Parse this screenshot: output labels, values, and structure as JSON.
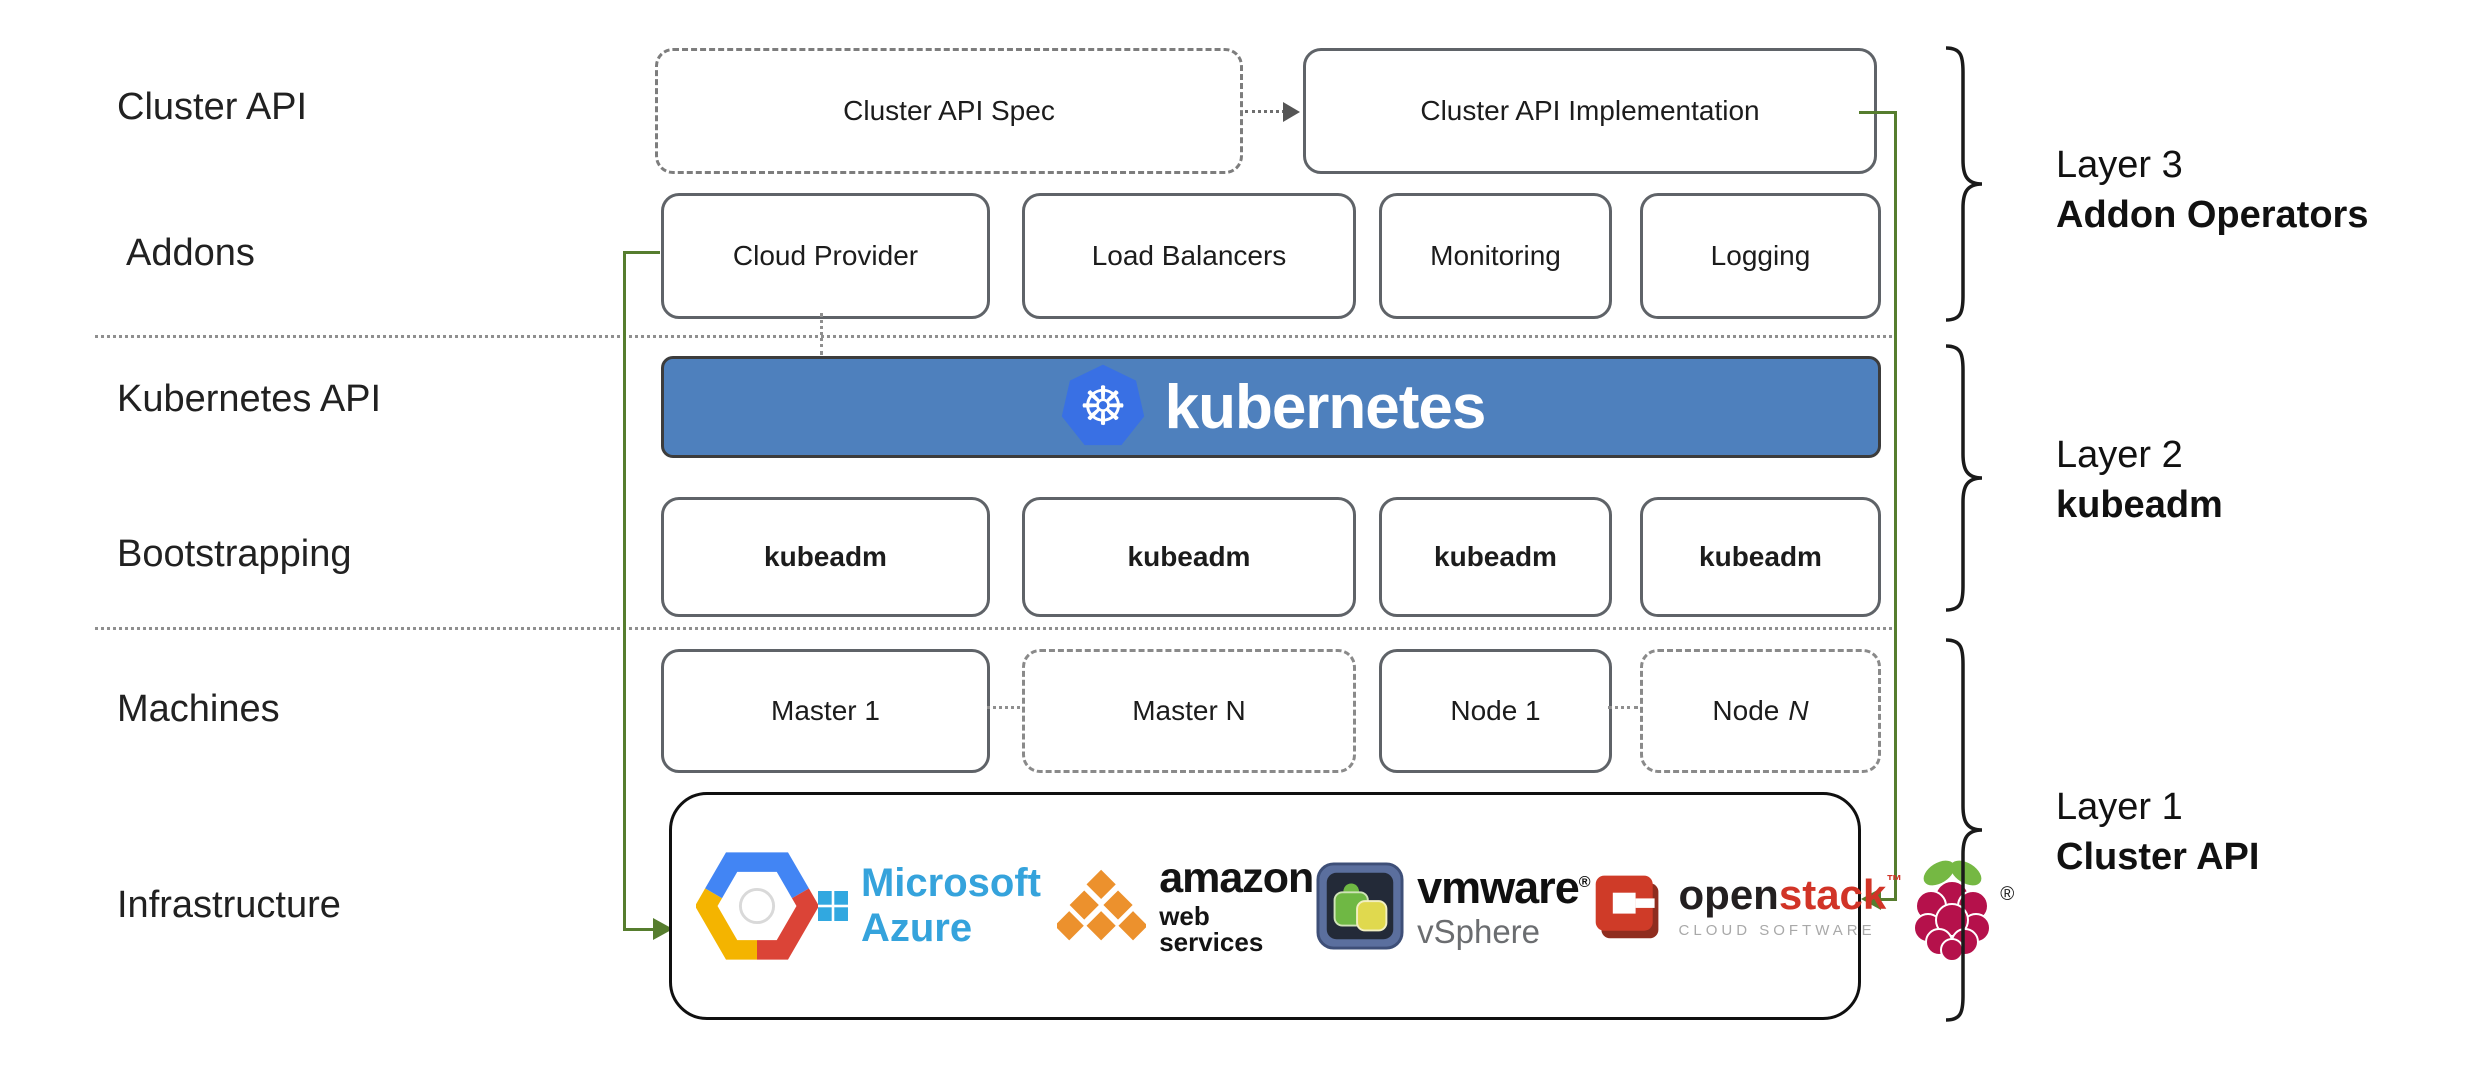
{
  "left_labels": [
    "Cluster API",
    "Addons",
    "Kubernetes API",
    "Bootstrapping",
    "Machines",
    "Infrastructure"
  ],
  "row1": {
    "spec": "Cluster API Spec",
    "implementation": "Cluster API Implementation"
  },
  "addons": [
    "Cloud Provider",
    "Load Balancers",
    "Monitoring",
    "Logging"
  ],
  "kubernetes": {
    "wordmark": "kubernetes",
    "helm_glyph": "☸"
  },
  "bootstrapping": [
    "kubeadm",
    "kubeadm",
    "kubeadm",
    "kubeadm"
  ],
  "machines": {
    "boxes": [
      {
        "label": "Master 1"
      },
      {
        "label": "Master N"
      },
      {
        "label": "Node 1"
      },
      {
        "label": "Node",
        "n": "N"
      }
    ]
  },
  "layers": [
    {
      "line1": "Layer 3",
      "line2": "Addon Operators"
    },
    {
      "line1": "Layer 2",
      "line2": "kubeadm"
    },
    {
      "line1": "Layer 1",
      "line2": "Cluster API"
    }
  ],
  "infrastructure": {
    "azure_text": "Microsoft Azure",
    "aws_line1": "amazon",
    "aws_line2": "web services",
    "vmware_line1": "vmware",
    "vmware_reg": "®",
    "vmware_line2": "vSphere",
    "openstack_open": "open",
    "openstack_stack": "stack",
    "openstack_tm": "™",
    "openstack_sub": "CLOUD SOFTWARE",
    "raspberry_reg": "®",
    "logo_names": [
      "Google Cloud Platform",
      "Microsoft Azure",
      "Amazon Web Services",
      "VMware vSphere",
      "OpenStack",
      "Raspberry Pi"
    ]
  },
  "colors": {
    "kubernetes_bar": "#4e80bd",
    "kubernetes_heptagon": "#3970e4",
    "green_line": "#567d2e",
    "azure_blue": "#35a3dc",
    "aws_orange": "#ec912d",
    "openstack_red": "#d13427",
    "raspberry_red": "#b5114b",
    "leaf_green": "#75b843",
    "box_border": "#5f6368"
  }
}
